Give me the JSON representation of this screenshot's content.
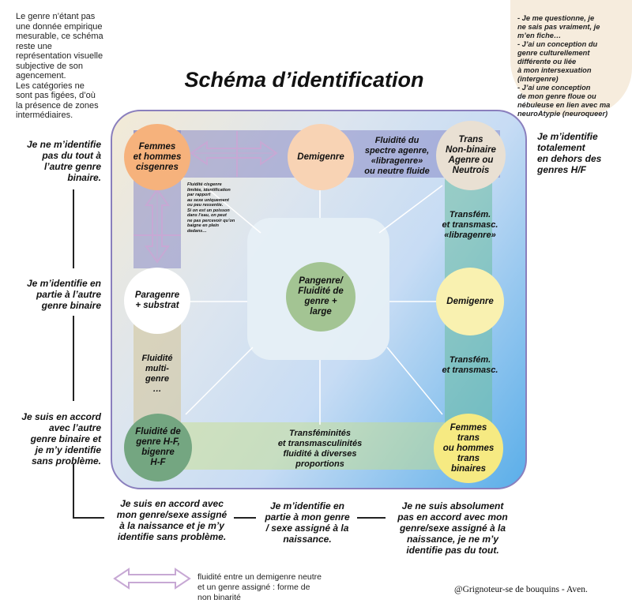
{
  "intro": {
    "text": "Le genre n’étant pas\nune donnée empirique\nmesurable, ce schéma\nreste une\nreprésentation visuelle\nsubjective de son\nagencement.\nLes catégories ne\nsont pas figées, d’où\nla présence de zones\nintermédiaires."
  },
  "title": "Schéma d’identification",
  "cloud": {
    "text": "- Je me questionne, je\nne sais pas vraiment, je\nm’en fiche…\n- J’ai un conception du\ngenre culturellement\ndifférente ou liée\nà mon intersexuation\n(intergenre)\n- J’ai une conception\nde mon genre floue ou\nnébuleuse en lien avec ma\nneuroAtypie (neuroqueer)"
  },
  "right_label": "Je m’identifie\ntotalement\nen dehors des\ngenres H/F",
  "left_labels": {
    "top": "Je ne m’identifie\npas du tout à\nl’autre genre\nbinaire.",
    "middle": "Je m’identifie en\npartie à l’autre\ngenre binaire",
    "bottom": "Je suis en accord\navec l’autre\ngenre binaire et\nje m’y identifie\nsans problème."
  },
  "bottom_labels": {
    "left": "Je suis en accord avec\nmon genre/sexe assigné\nà la naissance et je m’y\nidentifie sans problème.",
    "middle": "Je m’identifie en\npartie à mon genre\n/ sexe assigné à la\nnaissance.",
    "right": "Je ne suis absolument\npas en accord avec mon\ngenre/sexe assigné à la\nnaissance, je ne m’y\nidentifie pas du tout."
  },
  "circles": {
    "cisgenres": "Femmes\net hommes\ncisgenres",
    "demigenre_top": "Demigenre",
    "trans_nb": "Trans\nNon-binaire\nAgenre ou\nNeutrois",
    "paragenre": "Paragenre\n+ substrat",
    "pangenre": "Pangenre/\nFluidité de\ngenre +\nlarge",
    "demigenre_right": "Demigenre",
    "fluidite_hf": "Fluidité de\ngenre H-F,\nbigenre\nH-F",
    "trans_binaires": "Femmes\ntrans\nou hommes\ntrans\nbinaires"
  },
  "bands": {
    "top_right": "Fluidité du\nspectre agenre,\n«libragenre»\nou neutre fluide",
    "right_upper": "Transfém.\net transmasc.\n«libragenre»",
    "right_lower": "Transfém.\net transmasc.",
    "left_lower": "Fluidité\nmulti-\ngenre\n…",
    "bottom": "Transféminités\net transmasculinités\nfluidité à diverses\nproportions"
  },
  "small_note": "Fluidité cisgenre\nlimitée, identification\npar rapport\nau sexe uniquement\nou peu ressentie.\nSi on est un poisson\ndans l’eau, on peut\nne pas percevoir qu’on\nbaigne en plein\ndedans…",
  "legend": {
    "icon": "double-arrow-icon",
    "text": "fluidité entre un demigenre neutre\net un genre assigné : forme de\nnon binarité"
  },
  "credit": "@Grignoteur-se de bouquins - Aven.",
  "colors": {
    "frame": "#8a7fbd",
    "cis_circle": "#f6b27c",
    "demigenre_top": "#f8d3b4",
    "trans_nb": "#e9e0d3",
    "pangenre": "#a3c493",
    "demigenre_right": "#f9f1b0",
    "fluidite_hf": "#74a681",
    "trans_binaires": "#f6ea82",
    "arrow": "#c7a8d4"
  }
}
